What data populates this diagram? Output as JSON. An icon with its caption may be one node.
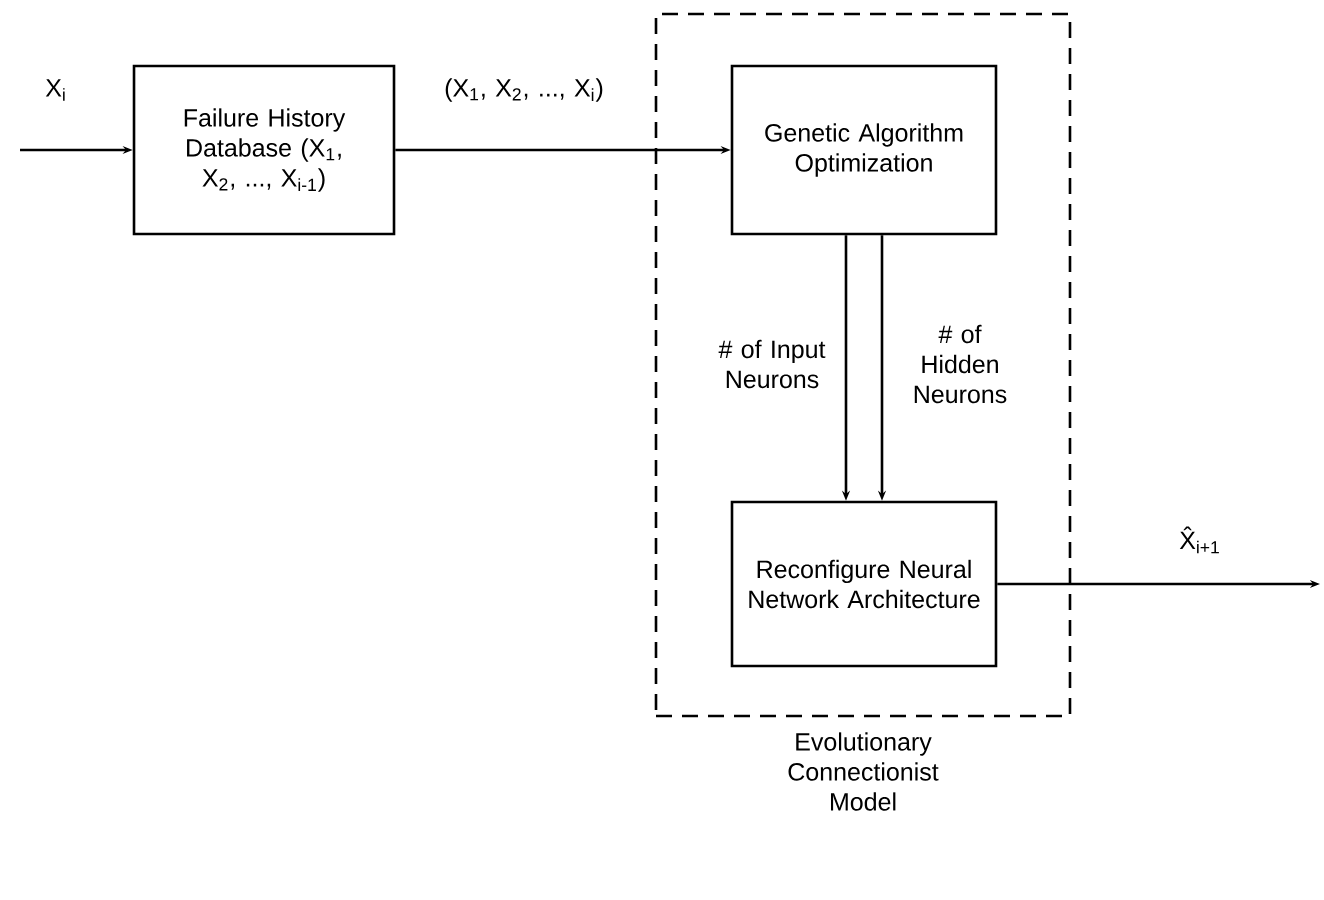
{
  "diagram": {
    "nodes": [
      {
        "text": [
          "Failure History Database (X$_{1}$, X$_{2}$, ..., X$_{i-1}$)"
        ]
      },
      {
        "text": [
          "Evolutionary Connectionist Model"
        ]
      },
      {
        "text": [
          "Genetic Algorithm Optimization"
        ],
        "in": 1
      },
      {
        "text": [
          "Reconfigure Neural Network Architecture"
        ],
        "in": 1
      }
    ],
    "edges": [
      {
        "from": null,
        "to": 0,
        "arrow": "to",
        "label": "X$_{i}$"
      },
      {
        "from": 0,
        "to": 2,
        "arrow": "to",
        "label": "(X$_{1}$, X$_{2}$, ..., X$_{i}$)"
      },
      {
        "from": 2,
        "to": 3,
        "arrow": "to",
        "label": "# of Input Neurons"
      },
      {
        "from": 2,
        "to": 3,
        "arrow": "to",
        "label": "# of Hidden Neurons"
      },
      {
        "from": 3,
        "to": null,
        "arrow": "to",
        "label": "X̂$_{i+1}$"
      }
    ]
  }
}
